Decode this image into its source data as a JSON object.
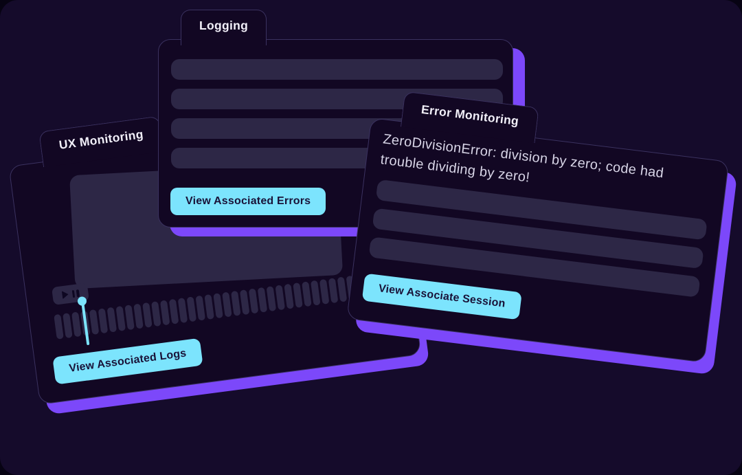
{
  "colors": {
    "page_bg": "#150b2b",
    "outer_bg": "#070313",
    "card_bg": "#120723",
    "card_border": "#3b3260",
    "placeholder": "#2d2746",
    "accent_purple": "#7c48fa",
    "accent_cyan": "#7ce4fd",
    "button_text": "#191238",
    "tab_text": "#f1eff8",
    "body_text": "#d7d4e6",
    "player_icon": "#0e0722"
  },
  "cards": {
    "ux_monitoring": {
      "tab_label": "UX Monitoring",
      "button_label": "View Associated Logs",
      "timeline_tick_count": 34
    },
    "logging": {
      "tab_label": "Logging",
      "placeholder_bar_count": 4,
      "button_label": "View Associated Errors"
    },
    "error_monitoring": {
      "tab_label": "Error Monitoring",
      "message": "ZeroDivisionError: division by zero; code had trouble dividing by zero!",
      "placeholder_bar_count": 3,
      "button_label": "View Associate Session"
    }
  }
}
